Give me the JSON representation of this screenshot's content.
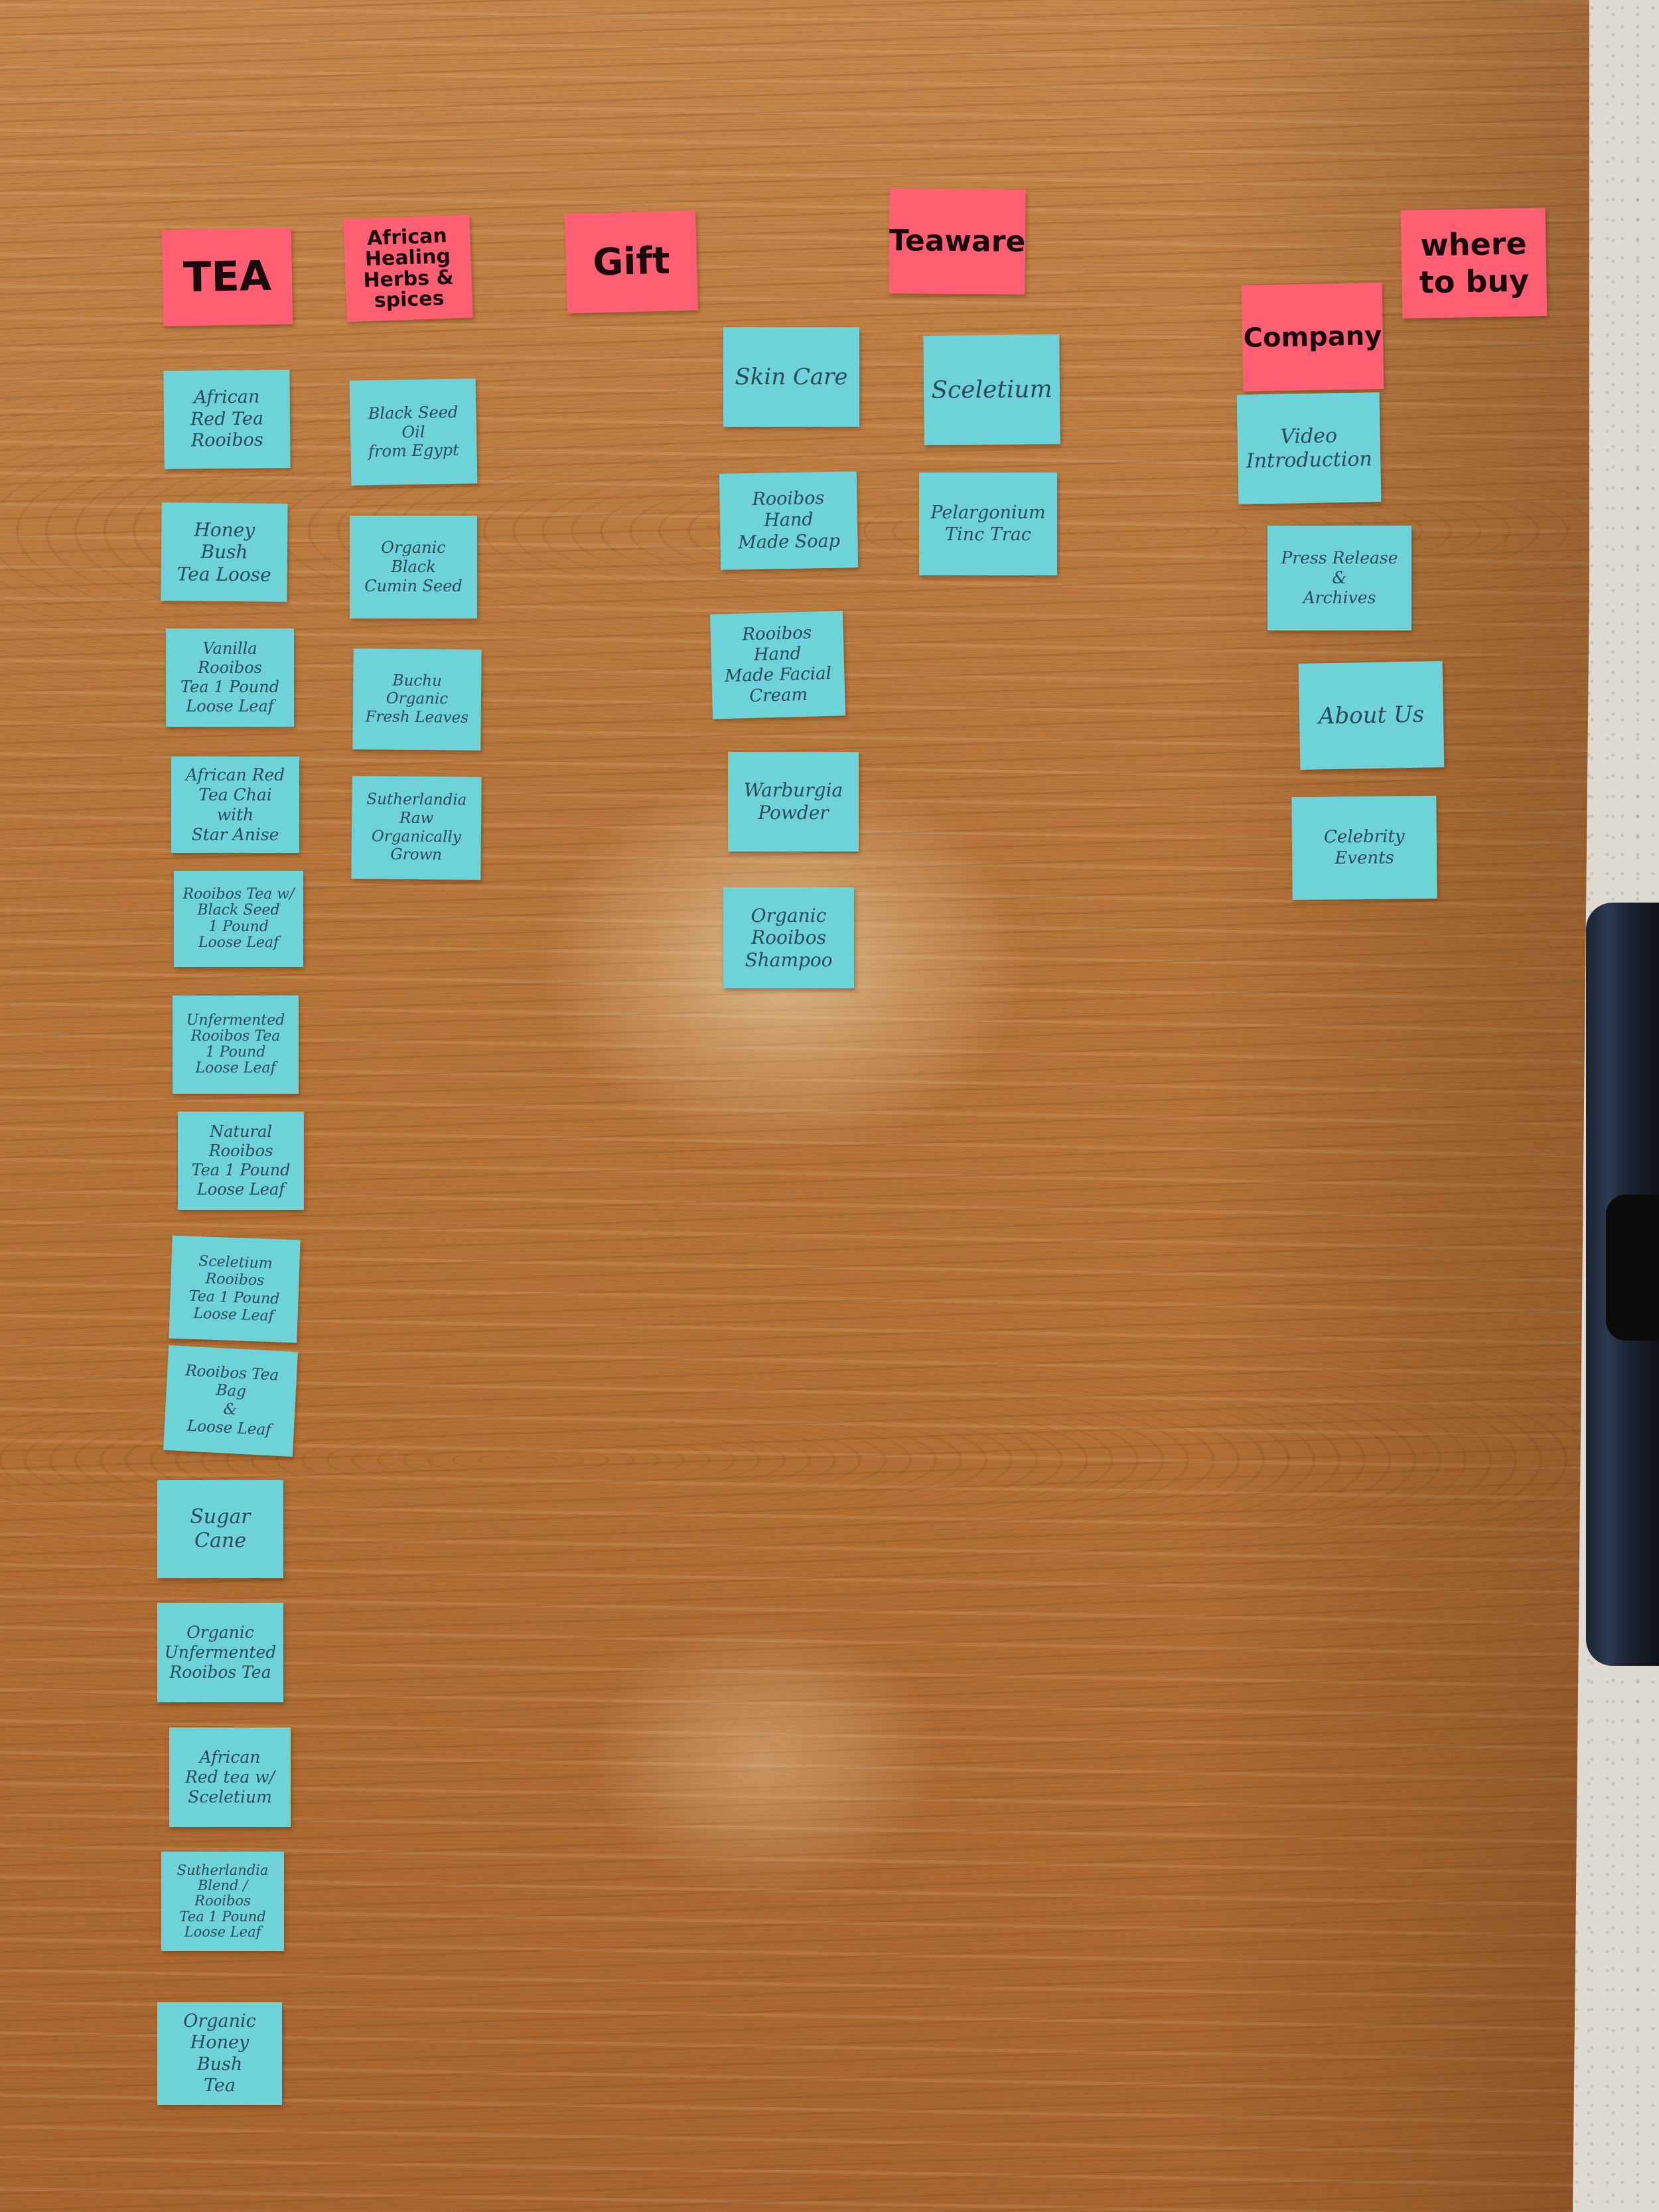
{
  "headers": [
    {
      "name": "header-tea",
      "text": "TEA"
    },
    {
      "name": "header-african-healing-herbs",
      "text": "African\nHealing\nHerbs &\nspices"
    },
    {
      "name": "header-gift",
      "text": "Gift"
    },
    {
      "name": "header-teaware",
      "text": "Teaware"
    },
    {
      "name": "header-where-to-buy",
      "text": "where\nto buy"
    },
    {
      "name": "header-company",
      "text": "Company"
    }
  ],
  "tea": [
    "African\nRed Tea\nRooibos",
    "Honey Bush\nTea Loose",
    "Vanilla Rooibos\nTea 1 Pound\nLoose Leaf",
    "African Red\nTea Chai with\nStar Anise",
    "Rooibos Tea w/\nBlack Seed\n1 Pound\nLoose Leaf",
    "Unfermented\nRooibos Tea\n1 Pound\nLoose Leaf",
    "Natural Rooibos\nTea 1 Pound\nLoose Leaf",
    "Sceletium Rooibos\nTea 1 Pound\nLoose Leaf",
    "Rooibos Tea Bag\n&\nLoose Leaf",
    "Sugar Cane",
    "Organic\nUnfermented\nRooibos Tea",
    "African\nRed tea w/\nSceletium",
    "Sutherlandia\nBlend / Rooibos\nTea 1 Pound\nLoose Leaf",
    "Organic\nHoney Bush\nTea"
  ],
  "herbs": [
    "Black Seed Oil\nfrom Egypt",
    "Organic Black\nCumin Seed",
    "Buchu Organic\nFresh Leaves",
    "Sutherlandia\nRaw Organically\nGrown"
  ],
  "gift": [
    "Skin Care",
    "Rooibos Hand\nMade Soap",
    "Rooibos Hand\nMade Facial\nCream",
    "Warburgia\nPowder",
    "Organic\nRooibos\nShampoo"
  ],
  "teaware": [
    "Sceletium",
    "Pelargonium\nTinc Trac"
  ],
  "company": [
    "Video\nIntroduction",
    "Press Release\n&\nArchives",
    "About Us",
    "Celebrity Events"
  ]
}
